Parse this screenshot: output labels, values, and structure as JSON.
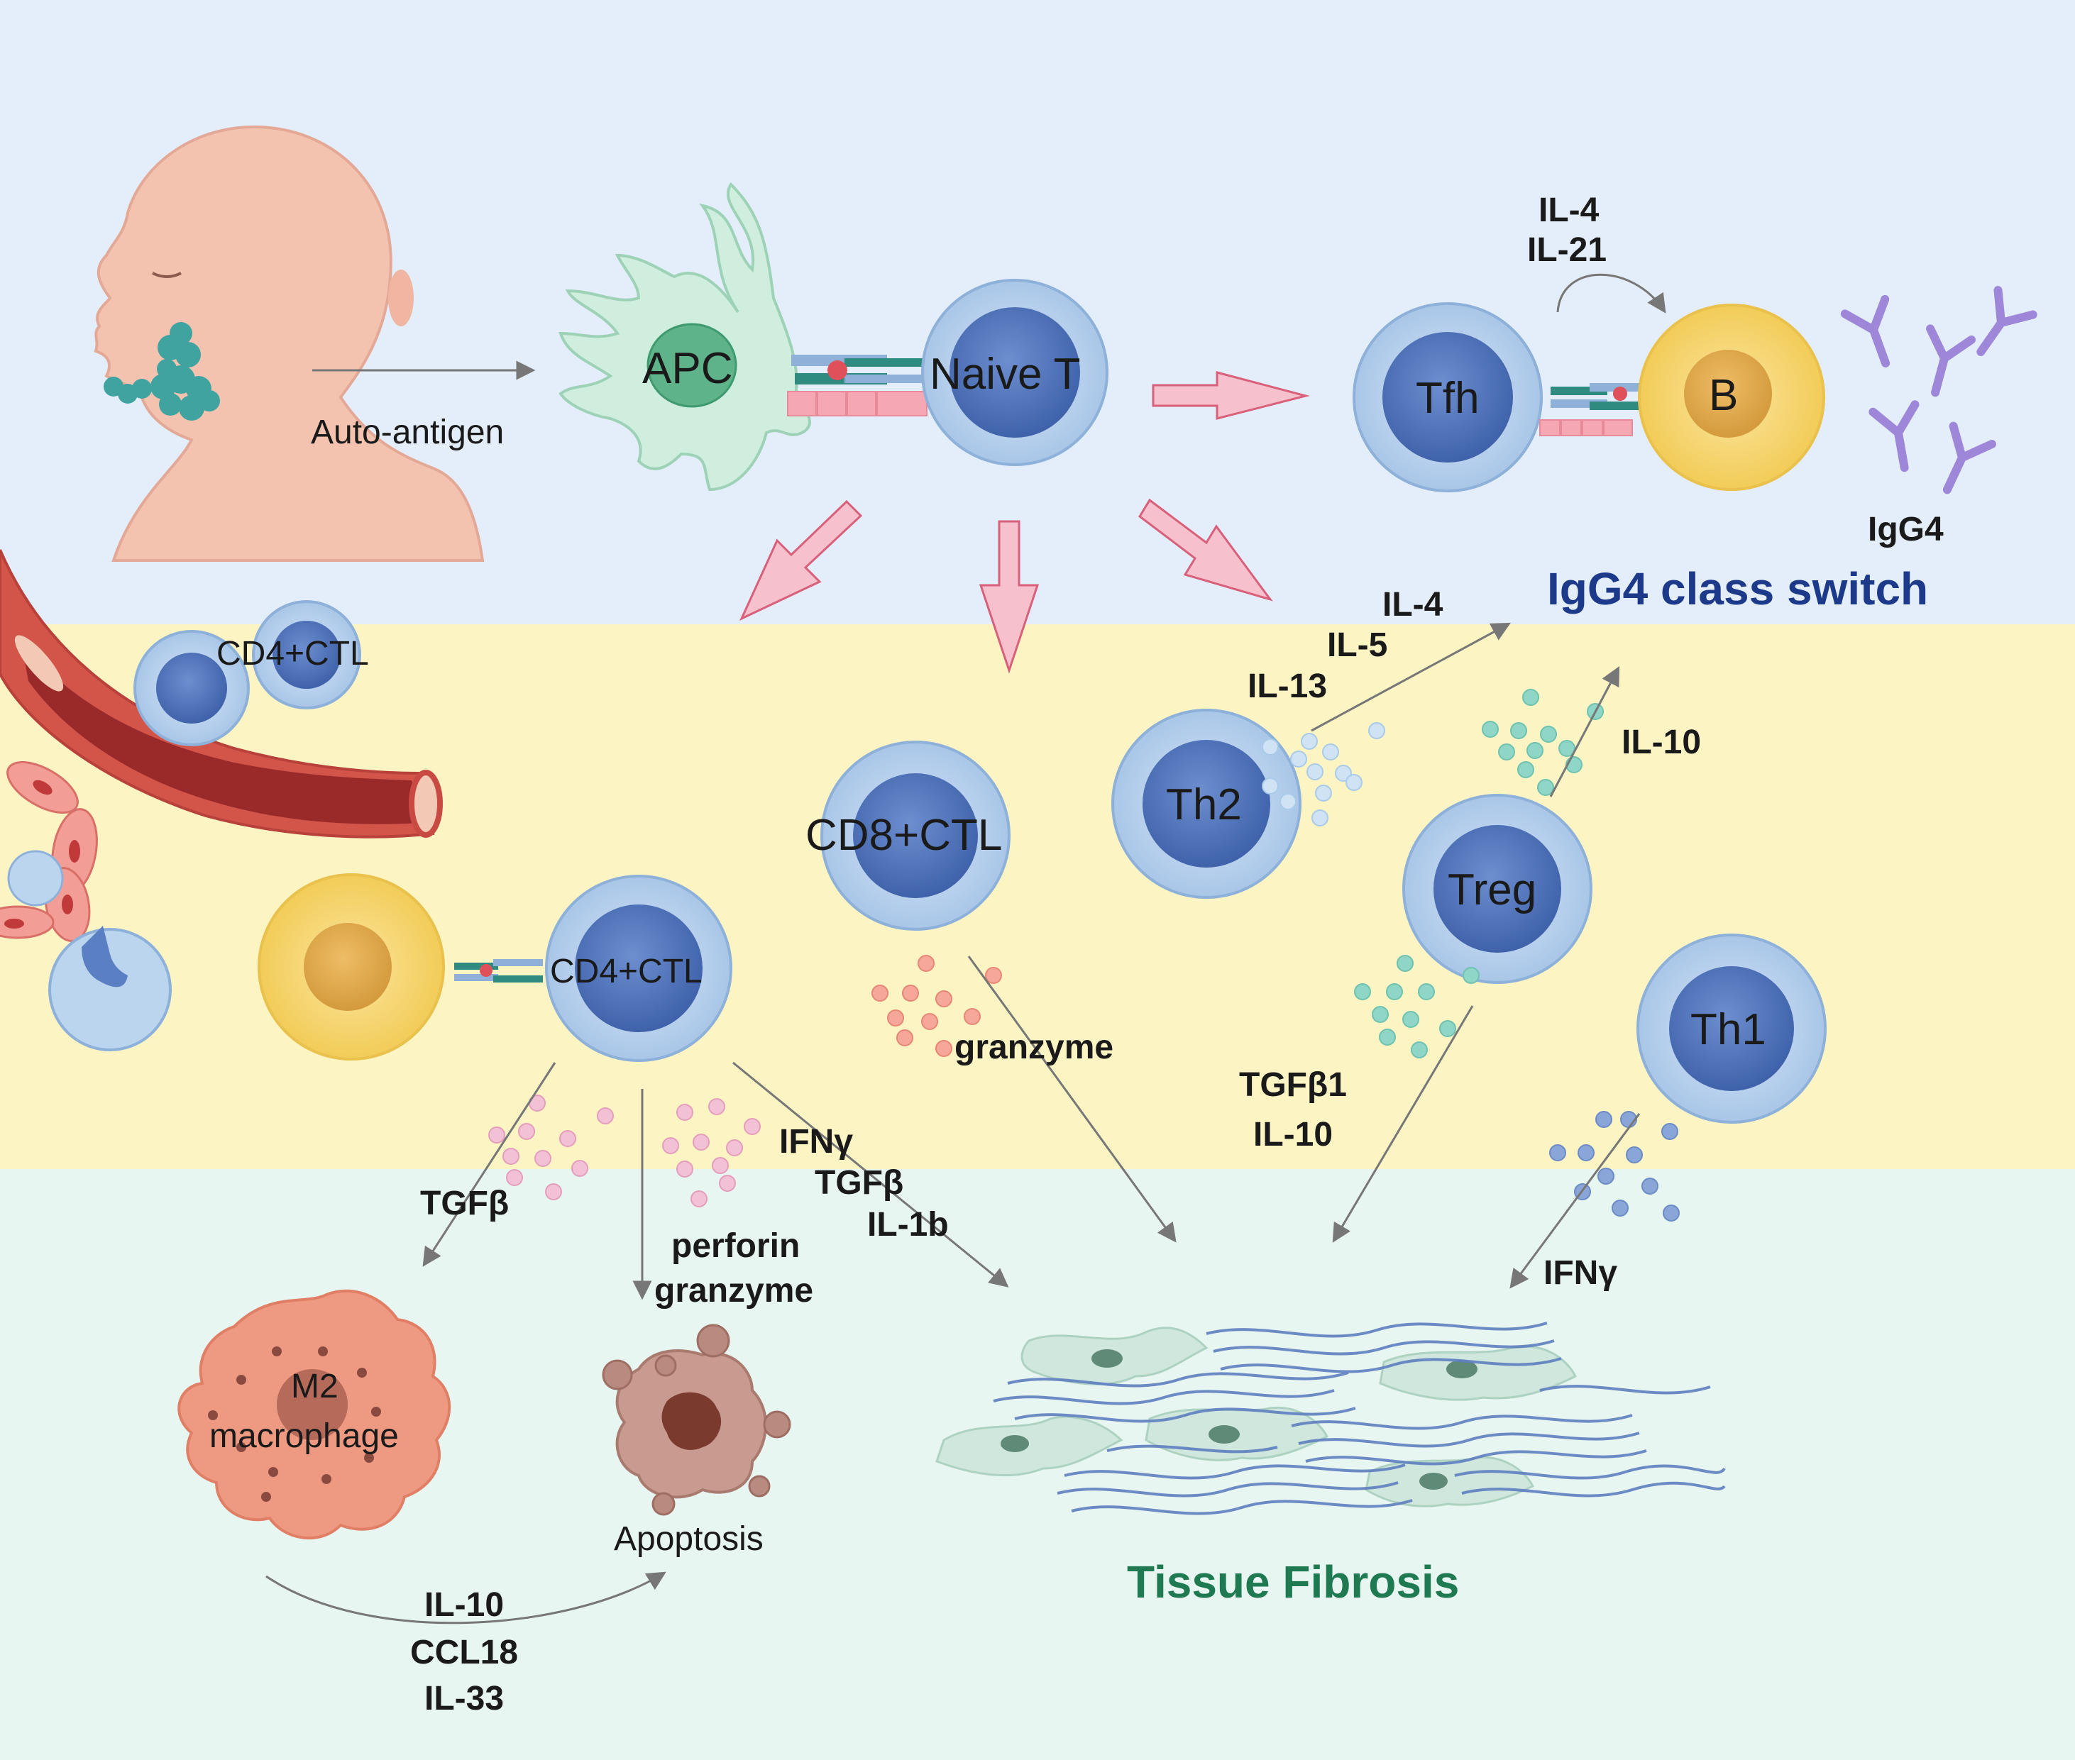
{
  "colors": {
    "zone_top": "#e3eefa",
    "zone_middle": "#fdf4c4",
    "zone_bottom": "#e8f6f1",
    "tcell": "#bcd5ef",
    "tcell_nucleus": "#5a7fc2",
    "bcell": "#f6d772",
    "bcell_nucleus": "#e2ab4c",
    "apc": "#cfeedd",
    "pink_arrow": "#f6c0cc",
    "title_blue": "#1d3a8a",
    "title_green": "#1f7a52",
    "vessel": "#d3554a",
    "fibroblast": "#cfe7dc",
    "collagen": "#5f7fc0",
    "macrophage": "#ee9a82"
  },
  "labels": {
    "auto_antigen": "Auto-antigen",
    "apc": "APC",
    "naive_t": "Naive T",
    "tfh": "Tfh",
    "b": "B",
    "igg4": "IgG4",
    "igg4_class_switch": "IgG4 class switch",
    "il4_top": "IL-4",
    "il21_top": "IL-21",
    "cd4ctl_vessel": "CD4+CTL",
    "cd4ctl_main": "CD4+CTL",
    "cd8ctl": "CD8+CTL",
    "th2": "Th2",
    "treg": "Treg",
    "th1": "Th1",
    "il4_th2": "IL-4",
    "il5_th2": "IL-5",
    "il13_th2": "IL-13",
    "il10_treg": "IL-10",
    "granzyme_cd8": "granzyme",
    "tgfb1": "TGFβ1",
    "il10_fib": "IL-10",
    "tgfb_left": "TGFβ",
    "ifng_mid": "IFNγ",
    "tgfb_mid": "TGFβ",
    "il1b_mid": "IL-1b",
    "perforin": "perforin",
    "granzyme_apop": "granzyme",
    "ifng_th1": "IFNγ",
    "m2": "M2",
    "macrophage": "macrophage",
    "apoptosis": "Apoptosis",
    "tissue_fibrosis": "Tissue Fibrosis",
    "il10_bottom": "IL-10",
    "ccl18": "CCL18",
    "il33": "IL-33"
  }
}
